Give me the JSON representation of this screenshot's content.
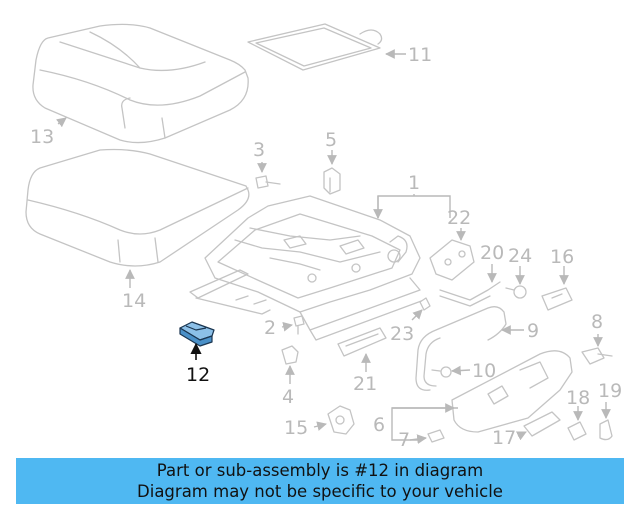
{
  "diagram": {
    "callouts": [
      {
        "id": "c1",
        "text": "1"
      },
      {
        "id": "c2",
        "text": "2"
      },
      {
        "id": "c3",
        "text": "3"
      },
      {
        "id": "c4",
        "text": "4"
      },
      {
        "id": "c5",
        "text": "5"
      },
      {
        "id": "c6",
        "text": "6"
      },
      {
        "id": "c7",
        "text": "7"
      },
      {
        "id": "c8",
        "text": "8"
      },
      {
        "id": "c9",
        "text": "9"
      },
      {
        "id": "c10",
        "text": "10"
      },
      {
        "id": "c11",
        "text": "11"
      },
      {
        "id": "c12",
        "text": "12"
      },
      {
        "id": "c13",
        "text": "13"
      },
      {
        "id": "c14",
        "text": "14"
      },
      {
        "id": "c15",
        "text": "15"
      },
      {
        "id": "c16",
        "text": "16"
      },
      {
        "id": "c17",
        "text": "17"
      },
      {
        "id": "c18",
        "text": "18"
      },
      {
        "id": "c19",
        "text": "19"
      },
      {
        "id": "c20",
        "text": "20"
      },
      {
        "id": "c21",
        "text": "21"
      },
      {
        "id": "c22",
        "text": "22"
      },
      {
        "id": "c23",
        "text": "23"
      },
      {
        "id": "c24",
        "text": "24"
      }
    ],
    "highlighted_part": "12",
    "colors": {
      "line": "#c4c4c4",
      "label": "#b9b9b9",
      "highlight_label": "#111111",
      "highlight_part": "#4a90c8",
      "banner_bg": "#4fb8f2"
    }
  },
  "banner": {
    "line1": "Part or sub-assembly is #12 in diagram",
    "line2": "Diagram may not be specific to your vehicle"
  }
}
